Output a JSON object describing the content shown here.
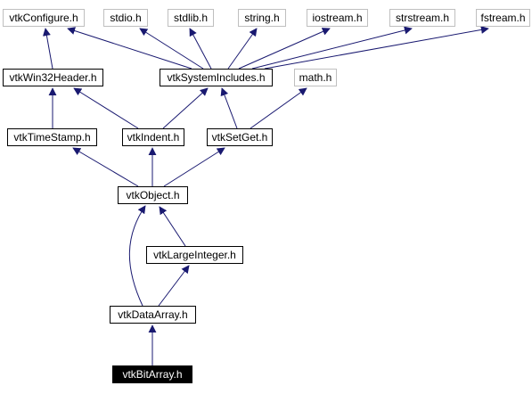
{
  "diagram": {
    "nodes": {
      "vtkConfigure": "vtkConfigure.h",
      "stdio": "stdio.h",
      "stdlib": "stdlib.h",
      "string": "string.h",
      "iostream": "iostream.h",
      "strstream": "strstream.h",
      "fstream": "fstream.h",
      "vtkWin32Header": "vtkWin32Header.h",
      "vtkSystemIncludes": "vtkSystemIncludes.h",
      "math": "math.h",
      "vtkTimeStamp": "vtkTimeStamp.h",
      "vtkIndent": "vtkIndent.h",
      "vtkSetGet": "vtkSetGet.h",
      "vtkObject": "vtkObject.h",
      "vtkLargeInteger": "vtkLargeInteger.h",
      "vtkDataArray": "vtkDataArray.h",
      "vtkBitArray": "vtkBitArray.h"
    },
    "edge_color": "#191970",
    "focus_node": "vtkBitArray"
  }
}
